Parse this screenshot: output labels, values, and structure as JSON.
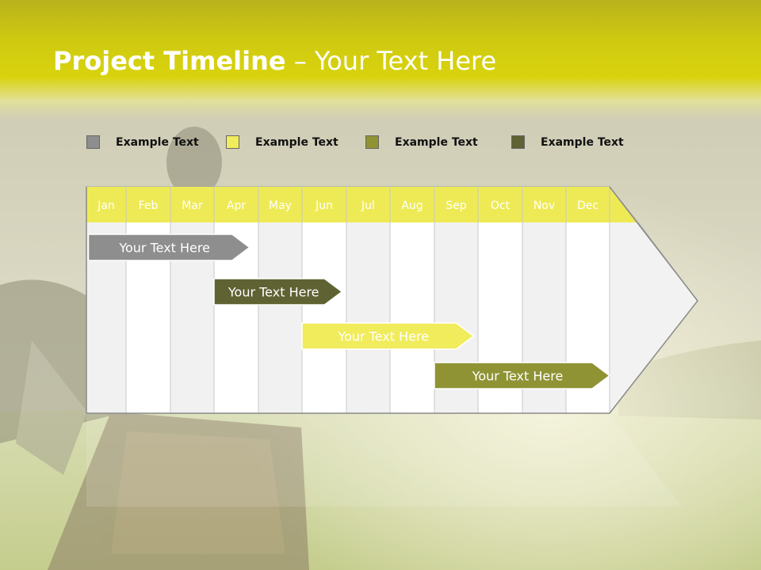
{
  "header": {
    "title_bold": "Project Timeline",
    "title_sep": " – ",
    "title_rest": "Your Text Here"
  },
  "legend": [
    {
      "label": "Example Text",
      "color": "#8e8e8e"
    },
    {
      "label": "Example Text",
      "color": "#f0ec5c"
    },
    {
      "label": "Example Text",
      "color": "#8f9334"
    },
    {
      "label": "Example Text",
      "color": "#5f6232"
    }
  ],
  "timeline": {
    "months": [
      "Jan",
      "Feb",
      "Mar",
      "Apr",
      "May",
      "Jun",
      "Jul",
      "Aug",
      "Sep",
      "Oct",
      "Nov",
      "Dec"
    ],
    "header_color": "#eeea55",
    "tasks": [
      {
        "label": "Your  Text Here",
        "start_month": 0.05,
        "end_month": 3.8,
        "color": "#8e8e8e"
      },
      {
        "label": "Your  Text Here",
        "start_month": 3.0,
        "end_month": 5.9,
        "color": "#5f6232"
      },
      {
        "label": "Your  Text Here",
        "start_month": 5.0,
        "end_month": 8.9,
        "color": "#f0ec5c"
      },
      {
        "label": "Your  Text Here",
        "start_month": 8.0,
        "end_month": 12.0,
        "color": "#8f9334"
      }
    ]
  }
}
